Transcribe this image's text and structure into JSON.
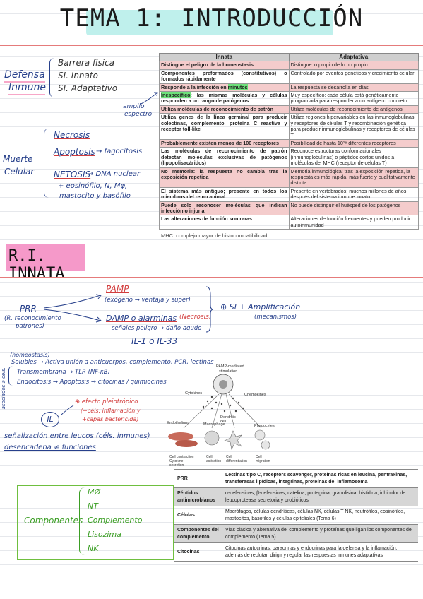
{
  "title": "TEMA 1: INTRODUCCIÓN",
  "defensa": {
    "label1": "Defensa",
    "label2": "Inmune",
    "items": [
      "Barrera física",
      "SI. Innato",
      "SI. Adaptativo"
    ]
  },
  "muerte": {
    "label1": "Muerte",
    "label2": "Celular",
    "necrosis": "Necrosis",
    "apoptosis": "Apoptosis",
    "apoptosis_note": "→ fagocitosis",
    "netosis": "NETOSIS",
    "netosis_note": "→ DNA nuclear",
    "line3": "+ eosinófilo, N, Mφ,",
    "line4": "mastocito y basófilo"
  },
  "amplio": [
    "amplio",
    "espectro"
  ],
  "comparison": {
    "headers": [
      "Innata",
      "Adaptativa"
    ],
    "rows": [
      {
        "innata": "Distingue el peligro de la homeostasis",
        "adaptativa": "Distingue lo propio de lo no propio",
        "pink": true
      },
      {
        "innata": "Componentes preformados (constitutivos) o formados rápidamente",
        "adaptativa": "Controlado por eventos genéticos y crecimiento celular",
        "pink": false
      },
      {
        "innata": "Responde a la infección en minutos",
        "adaptativa": "La respuesta se desarrolla en días",
        "pink": true
      },
      {
        "innata": "Inespecífico: las mismas moléculas y células responden a un rango de patógenos",
        "adaptativa": "Muy específico: cada célula está genéticamente programada para responder a un antígeno concreto",
        "pink": false
      },
      {
        "innata": "Utiliza moléculas de reconocimiento de patrón",
        "adaptativa": "Utiliza moléculas de reconocimiento de antígenos",
        "pink": true
      },
      {
        "innata": "Utiliza genes de la línea germinal para producir colectinas, complemento, proteína C reactiva y receptor toll-like",
        "adaptativa": "Utiliza regiones hipervariables en las inmunoglobulinas y receptores de células T y recombinación genética para producir inmunoglobulinas y receptores de células T",
        "pink": false
      },
      {
        "innata": "Probablemente existen menos de 100 receptores",
        "adaptativa": "Posibilidad de hasta 10¹⁸ diferentes receptores",
        "pink": true
      },
      {
        "innata": "Las moléculas de reconocimiento de patrón detectan moléculas exclusivas de patógenos (lipopolisacáridos)",
        "adaptativa": "Reconoce estructuras conformacionales (inmunoglobulinas) o péptidos cortos unidos a moléculas del MHC (receptor de células T)",
        "pink": false
      },
      {
        "innata": "No memoria: la respuesta no cambia tras la exposición repetida",
        "adaptativa": "Memoria inmunológica: tras la exposición repetida, la respuesta es más rápida, más fuerte y cualitativamente distinta",
        "pink": true
      },
      {
        "innata": "El sistema más antiguo; presente en todos los miembros del reino animal",
        "adaptativa": "Presente en vertebrados; muchos millones de años después del sistema inmune innato",
        "pink": false
      },
      {
        "innata": "Puede solo reconocer moléculas que indican infección o injuria",
        "adaptativa": "No puede distinguir el huésped de los patógenos",
        "pink": true
      },
      {
        "innata": "Las alteraciones de función son raras",
        "adaptativa": "Alteraciones de función frecuentes y pueden producir autoinmunidad",
        "pink": false
      }
    ],
    "footnote": "MHC: complejo mayor de histocompatibilidad"
  },
  "section2": "R.I. INNATA",
  "innata": {
    "prr": "PRR",
    "prr_sub1": "(R. reconocimiento",
    "prr_sub2": "patrones)",
    "pamp": "PAMP",
    "pamp_sub": "(exógeno → ventaja y super)",
    "damp": "DAMP o alarminas",
    "damp_red": "(Necrosis)",
    "damp_sub": "señales peligro → daño agudo",
    "si_plus": "⊕ SI + Amplificación",
    "si_sub": "(mecanismos)",
    "il": "IL-1 o IL-33",
    "homeostasis": "(homeostasis)",
    "solubles": "Solubles → Activa unión a anticuerpos, complemento, PCR, lectinas",
    "transmembrana": "Transmembrana → TLR (NF-κB)",
    "endocitosis": "Endocitosis → Apoptosis → citocinas / quimiocinas",
    "asociados": "asociados a céls.",
    "il_circle": "IL",
    "efecto": "⊕ efecto pleiotrópico",
    "efecto2": "(+céls. inflamación y",
    "efecto3": "+capas bactericida)",
    "senal1": "señalización entre leucos (céls. inmunes)",
    "senal2": "desencadena ≠ funciones"
  },
  "figure": {
    "top": [
      "PAMP-mediated",
      "stimulation"
    ],
    "cytokines": "Cytokines",
    "chemokines": "Chemokines",
    "endothelium": "Endothelium",
    "macrophage": "Macrophage",
    "dendritic": "Dendritic cell",
    "phagocytes": "Phagocytes",
    "captions": [
      "Cell contraction Cytokine secretion",
      "Cell activation",
      "Cell differentiation",
      "Cell migration"
    ]
  },
  "componentes": {
    "label": "Componentes",
    "items": [
      "MØ",
      "NT",
      "Complemento",
      "Lisozima",
      "NK"
    ]
  },
  "bottom_table": [
    {
      "key": "PRR",
      "value": "Lectinas tipo C, receptors scavenger, proteínas ricas en leucina, pentraxinas, transferasas lipídicas, integrinas, proteínas del inflamosoma",
      "bold": true,
      "grey": false
    },
    {
      "key": "Péptidos antimicrobianos",
      "value": "α-defensinas, β-defensinas, catelina, protegrina, granulisina, histidina, inhibidor de leucoproteasa secretoria y probióticos",
      "bold": false,
      "grey": true
    },
    {
      "key": "Células",
      "value": "Macrófagos, células dendríticas, células NK, células T NK, neutrófilos, eosinófilos, mastocitos, basófilos y células epiteliales (Tema 6)",
      "bold": false,
      "grey": false
    },
    {
      "key": "Componentes del complemento",
      "value": "Vías clásica y alternativa del complemento y proteínas que ligan los componentes del complemento (Tema 5)",
      "bold": false,
      "grey": true
    },
    {
      "key": "Citocinas",
      "value": "Citocinas autocrinas, paracrinas y endocrinas para la defensa y la inflamación, además de reclutar, dirigir y regular las respuestas inmunes adaptativas",
      "bold": false,
      "grey": false
    }
  ]
}
